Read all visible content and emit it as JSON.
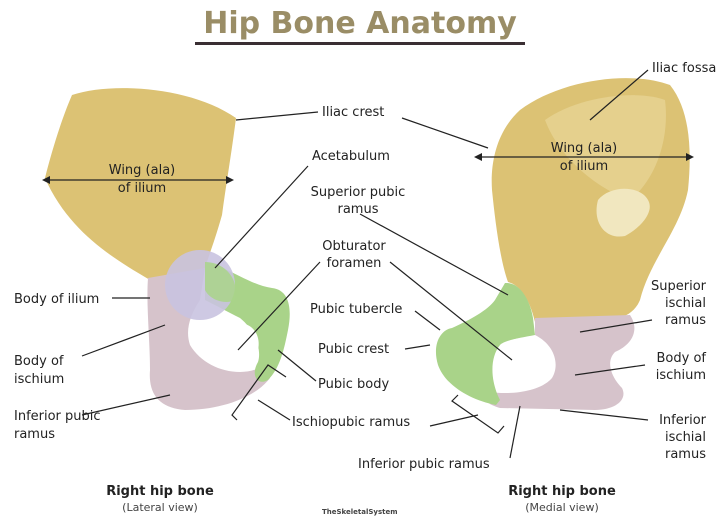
{
  "title": "Hip Bone Anatomy",
  "colors": {
    "ilium": "#dcc274",
    "ischium": "#d6c3cb",
    "pubis": "#a9d389",
    "acetabulum": "#c9c3e0",
    "title": "#9a8d66"
  },
  "left_view": {
    "caption": "Right hip bone",
    "subcaption": "(Lateral view)",
    "labels": {
      "iliac_crest": "Iliac crest",
      "wing_1": "Wing (ala)",
      "wing_2": "of ilium",
      "acetabulum": "Acetabulum",
      "body_ilium": "Body of ilium",
      "body_ischium_1": "Body of",
      "body_ischium_2": "ischium",
      "inf_pubic_1": "Inferior pubic",
      "inf_pubic_2": "ramus",
      "obturator_1": "Obturator",
      "obturator_2": "foramen",
      "pubic_body": "Pubic body",
      "ischiopubic": "Ischiopubic ramus"
    }
  },
  "right_view": {
    "caption": "Right hip bone",
    "subcaption": "(Medial view)",
    "labels": {
      "iliac_fossa": "Iliac fossa",
      "wing_1": "Wing (ala)",
      "wing_2": "of ilium",
      "sup_pubic_1": "Superior pubic",
      "sup_pubic_2": "ramus",
      "pubic_tubercle": "Pubic tubercle",
      "pubic_crest": "Pubic crest",
      "sup_ischial_1": "Superior",
      "sup_ischial_2": "ischial",
      "sup_ischial_3": "ramus",
      "body_ischium_1": "Body of",
      "body_ischium_2": "ischium",
      "inf_ischial_1": "Inferior",
      "inf_ischial_2": "ischial",
      "inf_ischial_3": "ramus",
      "inf_pubic": "Inferior pubic ramus"
    }
  },
  "watermark": "TheSkeletalSystem"
}
